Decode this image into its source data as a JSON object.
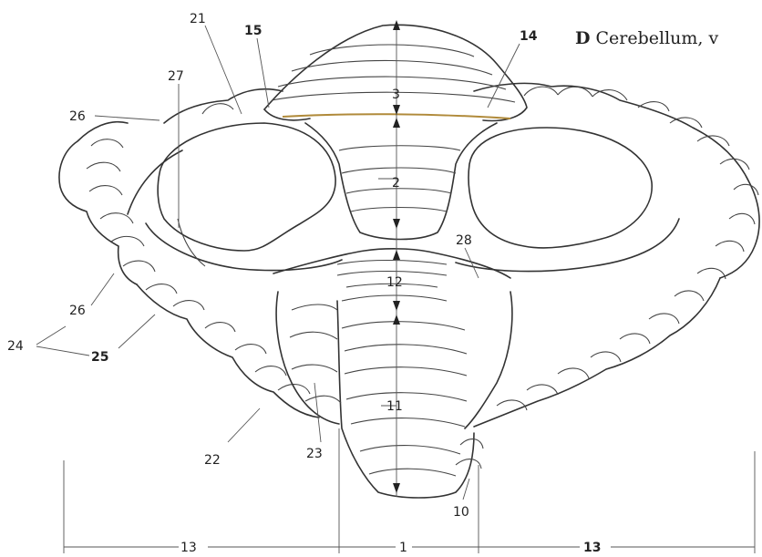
{
  "caption": {
    "letter": "D",
    "text": "Cerebellum, v"
  },
  "labels": {
    "l1": "1",
    "l2": "2",
    "l3": "3",
    "l10": "10",
    "l11": "11",
    "l12": "12",
    "l13a": "13",
    "l13b": "13",
    "l14": "14",
    "l15": "15",
    "l21": "21",
    "l22": "22",
    "l23": "23",
    "l24": "24",
    "l25": "25",
    "l26a": "26",
    "l26b": "26",
    "l27": "27",
    "l28": "28"
  }
}
